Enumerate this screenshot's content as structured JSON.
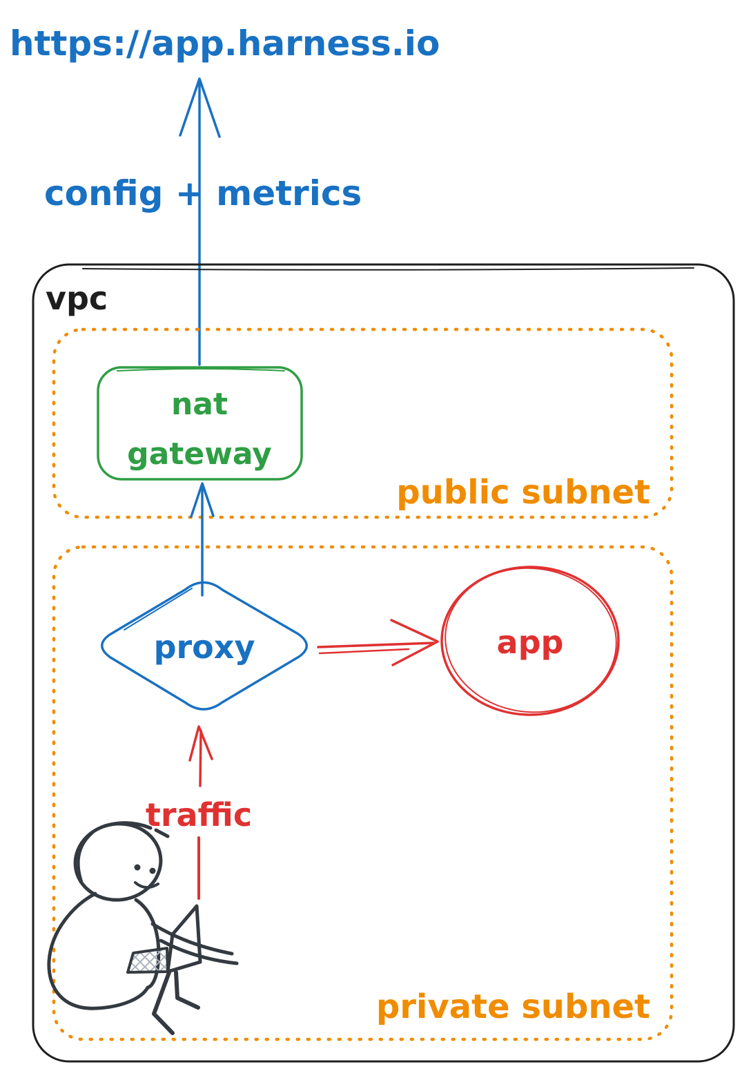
{
  "diagram": {
    "external_url": "https://app.harness.io",
    "arrow_labels": {
      "config_metrics": "config + metrics",
      "traffic": "traffic"
    },
    "containers": {
      "vpc": {
        "label": "vpc"
      },
      "public_subnet": {
        "label": "public subnet"
      },
      "private_subnet": {
        "label": "private subnet"
      }
    },
    "nodes": {
      "nat_gateway": {
        "lines": [
          "nat",
          "gateway"
        ]
      },
      "proxy": {
        "label": "proxy"
      },
      "app": {
        "label": "app"
      }
    },
    "colors": {
      "blue": "#1971c2",
      "green": "#2f9e44",
      "orange": "#f08c00",
      "red": "#e03131",
      "ink": "#1e1e1e",
      "person": "#343a40"
    }
  }
}
